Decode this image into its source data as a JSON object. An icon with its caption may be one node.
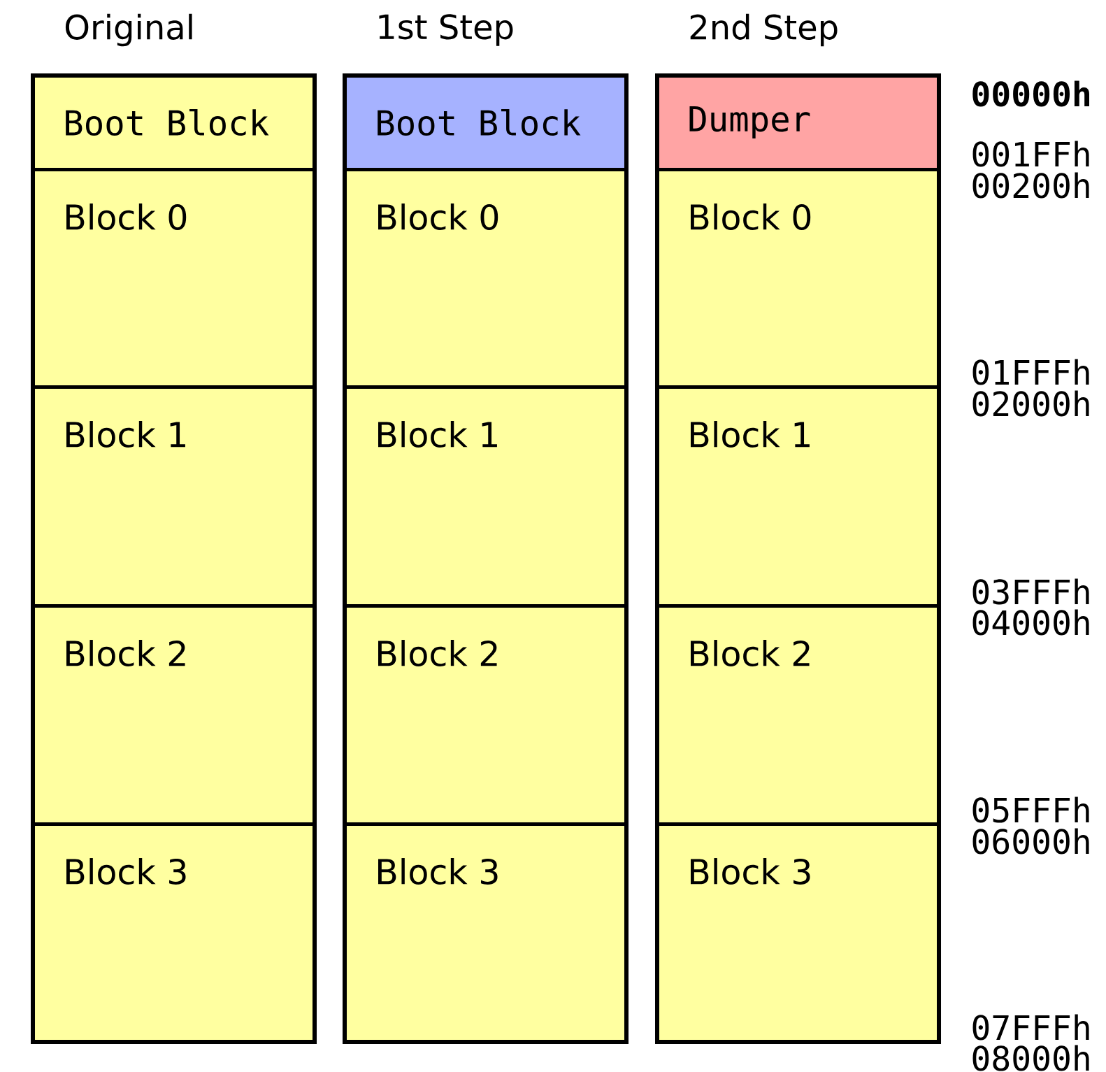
{
  "diagram": {
    "nodes": [
      {
        "text": [
          "Original"
        ]
      },
      {
        "text": [
          "Boot Block"
        ],
        "in": 0
      },
      {
        "text": [
          "Block 0"
        ],
        "in": 0
      },
      {
        "text": [
          "Block 1"
        ],
        "in": 0
      },
      {
        "text": [
          "Block 2"
        ],
        "in": 0
      },
      {
        "text": [
          "Block 3"
        ],
        "in": 0
      },
      {
        "text": [
          "1st Step"
        ]
      },
      {
        "text": [
          "Boot Block"
        ],
        "in": 6
      },
      {
        "text": [
          "Block 0"
        ],
        "in": 6
      },
      {
        "text": [
          "Block 1"
        ],
        "in": 6
      },
      {
        "text": [
          "Block 2"
        ],
        "in": 6
      },
      {
        "text": [
          "Block 3"
        ],
        "in": 6
      },
      {
        "text": [
          "2nd Step"
        ]
      },
      {
        "text": [
          "Dumper"
        ],
        "in": 12
      },
      {
        "text": [
          "Block 0"
        ],
        "in": 12
      },
      {
        "text": [
          "Block 1"
        ],
        "in": 12
      },
      {
        "text": [
          "Block 2"
        ],
        "in": 12
      },
      {
        "text": [
          "Block 3"
        ],
        "in": 12
      }
    ],
    "edges": [],
    "labels": [
      "00000h",
      "001FFh",
      "00200h",
      "01FFFh",
      "02000h",
      "03FFFh",
      "04000h",
      "05FFFh",
      "06000h",
      "07FFFh",
      "08000h"
    ]
  }
}
